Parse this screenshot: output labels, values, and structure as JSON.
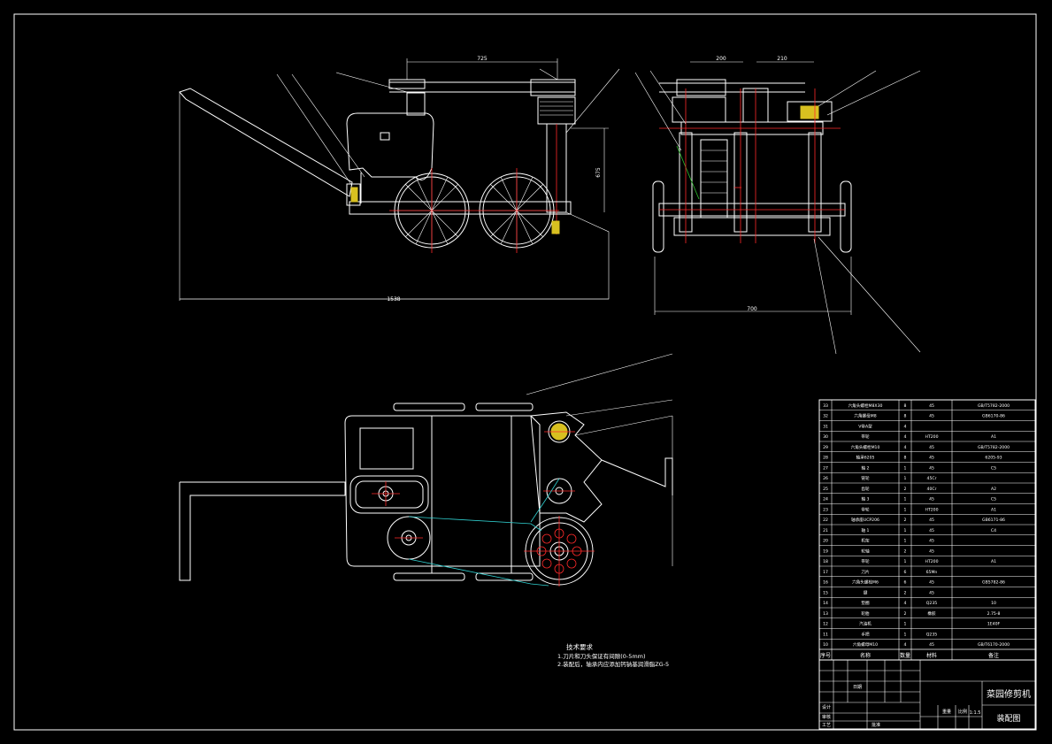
{
  "drawing": {
    "title": "菜园修剪机",
    "subtitle": "装配图",
    "scale": "1:1.5",
    "dims": {
      "side_top": "725",
      "side_height": "675",
      "side_total": "1538",
      "front_a": "200",
      "front_b": "210",
      "front_total": "700"
    },
    "notes": {
      "heading": "技术要求",
      "line1": "1.刀片和刀头保证有间隙(0-5mm)",
      "line2": "2.装配后，轴承内应添加钙钠基润滑脂ZG-5"
    },
    "bom_header": {
      "no": "序号",
      "name": "名称",
      "qty": "数量",
      "material": "材料",
      "remark": "备注"
    },
    "bom": [
      {
        "no": "33",
        "name": "六角头螺栓M8X30",
        "qty": "8",
        "material": "45",
        "remark": "GB/T5782-2000"
      },
      {
        "no": "32",
        "name": "六角螺母M8",
        "qty": "8",
        "material": "45",
        "remark": "GB6170-86"
      },
      {
        "no": "31",
        "name": "V带A型",
        "qty": "4",
        "material": "",
        "remark": ""
      },
      {
        "no": "30",
        "name": "带轮",
        "qty": "4",
        "material": "HT200",
        "remark": "A1"
      },
      {
        "no": "29",
        "name": "六角头螺栓M10",
        "qty": "4",
        "material": "45",
        "remark": "GB/T5782-2000"
      },
      {
        "no": "28",
        "name": "轴承6205",
        "qty": "8",
        "material": "45",
        "remark": "6205-93"
      },
      {
        "no": "27",
        "name": "轴 2",
        "qty": "1",
        "material": "45",
        "remark": "C5"
      },
      {
        "no": "26",
        "name": "链轮",
        "qty": "1",
        "material": "45Cr",
        "remark": ""
      },
      {
        "no": "25",
        "name": "齿轮",
        "qty": "2",
        "material": "40Cr",
        "remark": "A2"
      },
      {
        "no": "24",
        "name": "轴 3",
        "qty": "1",
        "material": "45",
        "remark": "C5"
      },
      {
        "no": "23",
        "name": "带轮",
        "qty": "1",
        "material": "HT200",
        "remark": "A1"
      },
      {
        "no": "22",
        "name": "轴承座UCP206",
        "qty": "2",
        "material": "45",
        "remark": "GB6171-86"
      },
      {
        "no": "21",
        "name": "轴 1",
        "qty": "1",
        "material": "45",
        "remark": "C4"
      },
      {
        "no": "20",
        "name": "机架",
        "qty": "1",
        "material": "45",
        "remark": ""
      },
      {
        "no": "19",
        "name": "轮轴",
        "qty": "2",
        "material": "45",
        "remark": ""
      },
      {
        "no": "18",
        "name": "带轮",
        "qty": "1",
        "material": "HT200",
        "remark": "A1"
      },
      {
        "no": "17",
        "name": "刀片",
        "qty": "6",
        "material": "65Mn",
        "remark": ""
      },
      {
        "no": "16",
        "name": "六角头螺栓M6",
        "qty": "6",
        "material": "45",
        "remark": "GB5782-86"
      },
      {
        "no": "15",
        "name": "键",
        "qty": "2",
        "material": "45",
        "remark": ""
      },
      {
        "no": "14",
        "name": "垫圈",
        "qty": "4",
        "material": "Q235",
        "remark": "10"
      },
      {
        "no": "13",
        "name": "轮胎",
        "qty": "2",
        "material": "橡胶",
        "remark": "2.75-8"
      },
      {
        "no": "12",
        "name": "汽油机",
        "qty": "1",
        "material": "",
        "remark": "1E40F"
      },
      {
        "no": "11",
        "name": "手把",
        "qty": "1",
        "material": "Q235",
        "remark": ""
      },
      {
        "no": "10",
        "name": "六角螺母M10",
        "qty": "4",
        "material": "45",
        "remark": "GB/T6170-2000"
      }
    ],
    "title_block": {
      "design": "设计",
      "check": "审核",
      "process": "工艺",
      "approve": "批准",
      "date": "日期",
      "weight": "重量",
      "ratio": "比例"
    }
  }
}
